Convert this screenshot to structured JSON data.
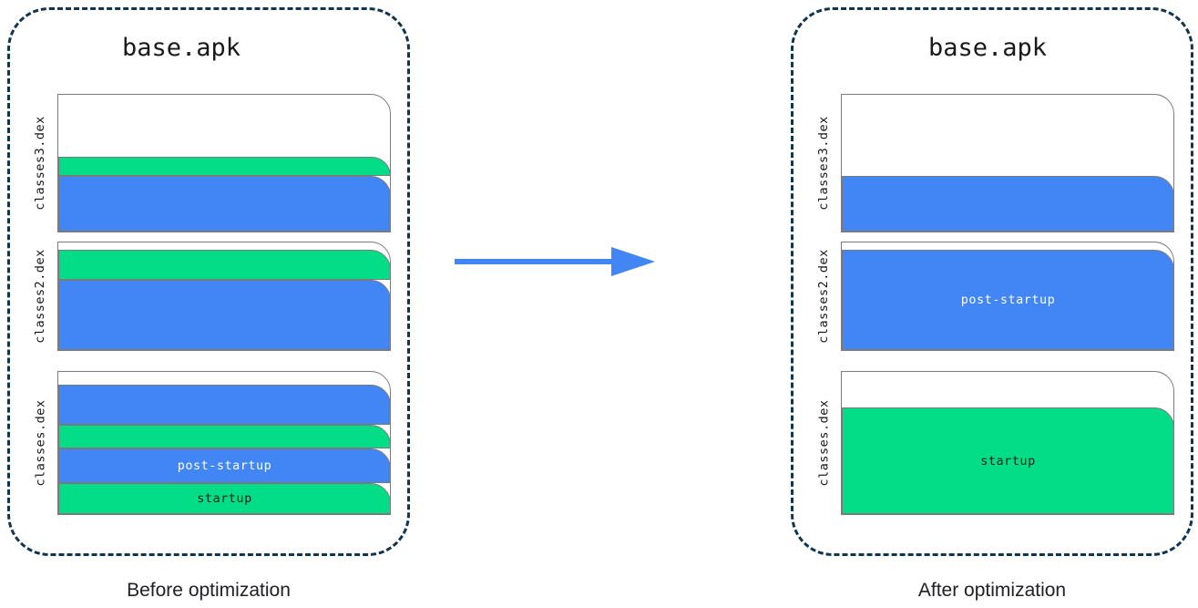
{
  "diagram": {
    "title_left": "base.apk",
    "title_right": "base.apk",
    "caption_left": "Before optimization",
    "caption_right": "After optimization",
    "colors": {
      "startup": "#04dd87",
      "post_startup": "#4285f4",
      "arrow": "#4285f4",
      "panel_border": "#11354e",
      "frame_border": "#7a7a7a",
      "text": "#202124"
    },
    "arrow_label": "arrow-right-icon"
  },
  "before": {
    "panel_label": "base.apk",
    "dex_files": [
      {
        "label": "classes3.dex",
        "bands": [
          {
            "kind": "startup",
            "text": "",
            "height_pct": 14
          },
          {
            "kind": "post-startup",
            "text": "",
            "height_pct": 41
          }
        ]
      },
      {
        "label": "classes2.dex",
        "bands": [
          {
            "kind": "startup",
            "text": "",
            "height_pct": 28
          },
          {
            "kind": "post-startup",
            "text": "",
            "height_pct": 65
          }
        ]
      },
      {
        "label": "classes.dex",
        "bands": [
          {
            "kind": "post-startup",
            "text": "",
            "height_pct": 28
          },
          {
            "kind": "startup",
            "text": "",
            "height_pct": 17
          },
          {
            "kind": "post-startup",
            "text": "post-startup",
            "height_pct": 24
          },
          {
            "kind": "startup",
            "text": "startup",
            "height_pct": 22
          }
        ]
      }
    ]
  },
  "after": {
    "panel_label": "base.apk",
    "dex_files": [
      {
        "label": "classes3.dex",
        "bands": [
          {
            "kind": "post-startup",
            "text": "",
            "height_pct": 41
          }
        ]
      },
      {
        "label": "classes2.dex",
        "bands": [
          {
            "kind": "post-startup",
            "text": "post-startup",
            "height_pct": 93
          }
        ]
      },
      {
        "label": "classes.dex",
        "bands": [
          {
            "kind": "startup",
            "text": "startup",
            "height_pct": 75
          }
        ]
      }
    ]
  }
}
